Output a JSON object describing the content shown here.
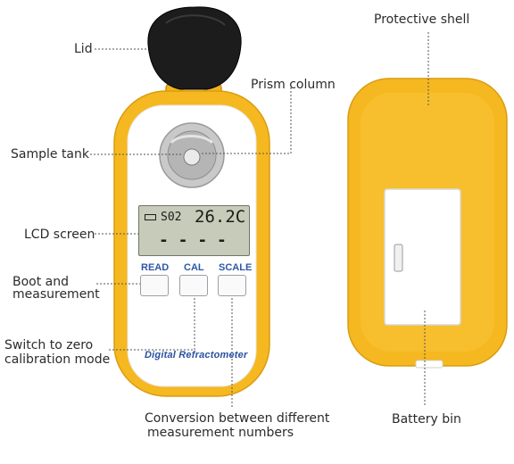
{
  "callouts": {
    "lid": "Lid",
    "prism_column": "Prism column",
    "sample_tank": "Sample tank",
    "lcd_screen": "LCD screen",
    "boot_line1": "Boot and",
    "boot_line2": "measurement",
    "switch_line1": "Switch to zero",
    "switch_line2": "calibration mode",
    "conversion_line1": "Conversion between different",
    "conversion_line2": "measurement numbers",
    "protective_shell": "Protective shell",
    "battery_bin": "Battery bin"
  },
  "device": {
    "buttons": {
      "read": "READ",
      "cal": "CAL",
      "scale": "SCALE"
    },
    "lcd": {
      "mode": "S02",
      "value": "26.2C",
      "dashes": "- - - -"
    },
    "brand": "Digital Refractometer"
  },
  "colors": {
    "shell": "#f5b820",
    "body": "#ffffff",
    "lcd": "#c7cbb9",
    "lid": "#1a1a1a",
    "button_text": "#2f57a6"
  }
}
